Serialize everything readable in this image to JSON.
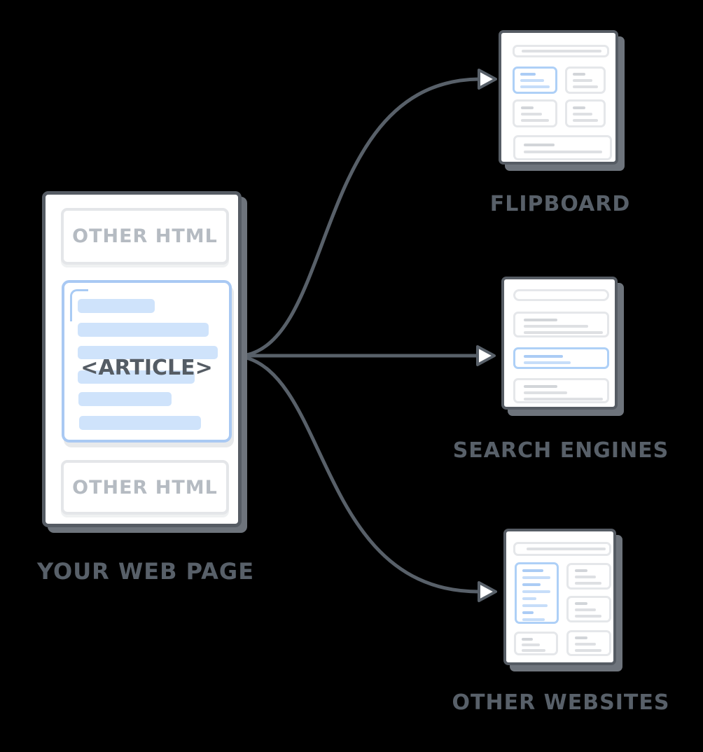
{
  "diagram": {
    "title_note": "article syndication diagram",
    "source": {
      "label": "YOUR WEB PAGE",
      "other_html_top": "OTHER HTML",
      "other_html_bottom": "OTHER HTML",
      "article_tag": "<ARTICLE>"
    },
    "destinations": [
      {
        "id": "flipboard",
        "label": "FLIPBOARD"
      },
      {
        "id": "search-engines",
        "label": "SEARCH ENGINES"
      },
      {
        "id": "other-websites",
        "label": "OTHER WEBSITES"
      }
    ],
    "colors": {
      "background": "#000000",
      "stroke_dark": "#586069",
      "card_shadow": "#6E747C",
      "accent_blue_border": "#A9C9F3",
      "accent_blue_fill": "#CFE3FB",
      "gray_border": "#E4E6E9",
      "gray_line": "#DEE0E3",
      "muted_text": "#B5BBC2"
    }
  }
}
